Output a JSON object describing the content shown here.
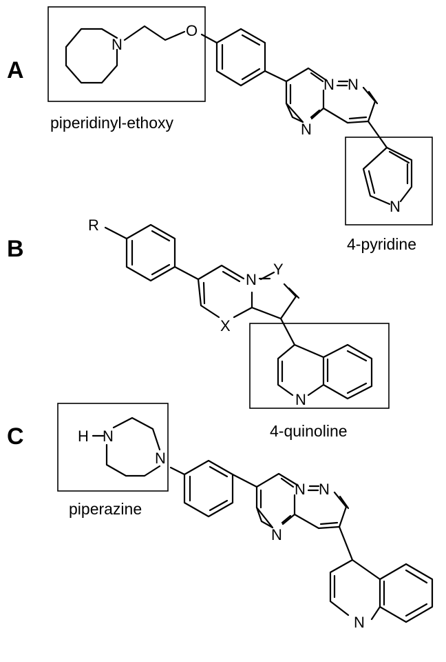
{
  "panels": {
    "a": {
      "label": "A",
      "atoms": {
        "n_piperidine": "N",
        "o": "O",
        "n1": "N",
        "n2": "N",
        "n_pyrimidine": "N",
        "n_pyridine": "N"
      },
      "box_captions": {
        "left": "piperidinyl-ethoxy",
        "right": "4-pyridine"
      }
    },
    "b": {
      "label": "B",
      "atoms": {
        "r": "R",
        "n1": "N",
        "y": "Y",
        "x": "X",
        "n_quinoline": "N"
      },
      "box_captions": {
        "right": "4-quinoline"
      }
    },
    "c": {
      "label": "C",
      "atoms": {
        "h": "H",
        "n_top": "N",
        "n_bottom": "N",
        "n1": "N",
        "n2": "N",
        "n_pyrimidine": "N",
        "n_quinoline": "N"
      },
      "box_captions": {
        "left": "piperazine"
      }
    }
  }
}
